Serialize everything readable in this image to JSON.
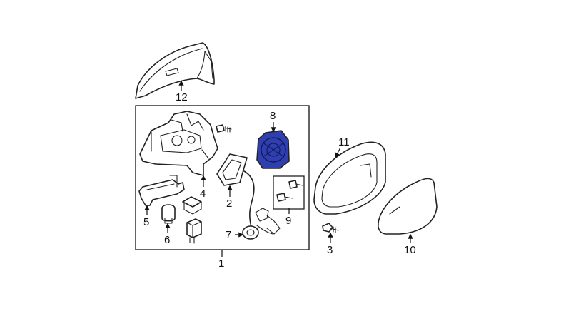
{
  "diagram": {
    "highlight_color": "#2f3fb0",
    "line_color": "#222222",
    "callouts": {
      "c1": "1",
      "c2": "2",
      "c3": "3",
      "c4": "4",
      "c5": "5",
      "c6": "6",
      "c7": "7",
      "c8": "8",
      "c9": "9",
      "c10": "10",
      "c11": "11",
      "c12": "12"
    }
  }
}
